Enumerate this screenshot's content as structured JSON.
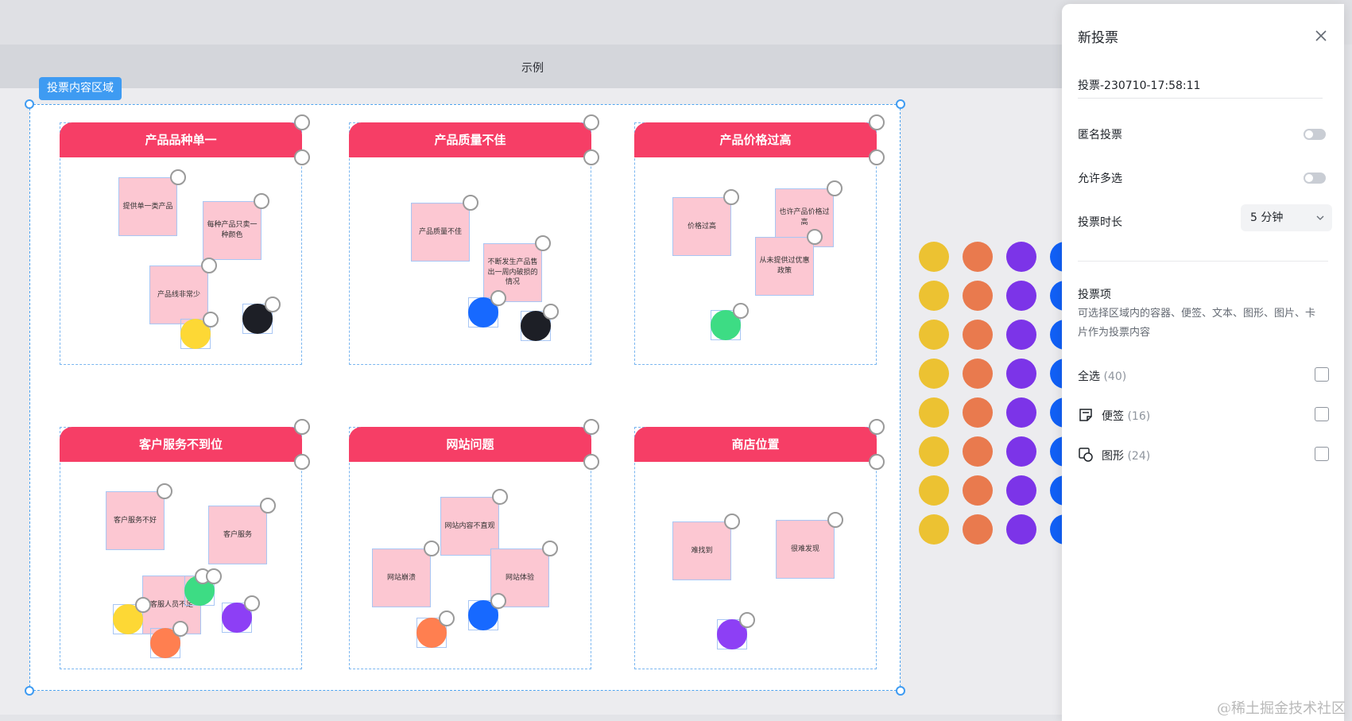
{
  "frame": {
    "title": "示例",
    "vote_area_label": "投票内容区域"
  },
  "cards": [
    {
      "title": "产品品种单一",
      "notes": [
        "提供单一类产品",
        "每种产品只卖一种颜色",
        "产品线非常少"
      ],
      "dots": [
        "#fdd835",
        "#1d1f26"
      ]
    },
    {
      "title": "产品质量不佳",
      "notes": [
        "产品质量不佳",
        "不断发生产品售出一周内破损的情况"
      ],
      "dots": [
        "#1769ff",
        "#1d1f26"
      ]
    },
    {
      "title": "产品价格过高",
      "notes": [
        "价格过高",
        "也许产品价格过高",
        "从未提供过优惠政策"
      ],
      "dots": [
        "#3ddc84"
      ]
    },
    {
      "title": "客户服务不到位",
      "notes": [
        "客户服务不好",
        "客户服务",
        "客服人员不足"
      ],
      "dots": [
        "#3ddc84",
        "#fdd835",
        "#8d3ff5",
        "#ff7f50"
      ]
    },
    {
      "title": "网站问题",
      "notes": [
        "网站内容不直观",
        "网站崩溃",
        "网站体验"
      ],
      "dots": [
        "#1769ff",
        "#ff7f50"
      ]
    },
    {
      "title": "商店位置",
      "notes": [
        "难找到",
        "很难发现"
      ],
      "dots": [
        "#8d3ff5"
      ]
    }
  ],
  "palette": {
    "colors": [
      "#ecc232",
      "#e97a4e",
      "#7c34e8",
      "#1160f6"
    ],
    "rows": 8
  },
  "panel": {
    "title": "新投票",
    "vote_name": "投票-230710-17:58:11",
    "anonymous_label": "匿名投票",
    "anonymous_on": false,
    "multi_label": "允许多选",
    "multi_on": false,
    "duration_label": "投票时长",
    "duration_value": "5 分钟",
    "items_title": "投票项",
    "items_desc": "可选择区域内的容器、便签、文本、图形、图片、卡片作为投票内容",
    "options": [
      {
        "label": "全选",
        "count": "(40)",
        "icon": "none"
      },
      {
        "label": "便签",
        "count": "(16)",
        "icon": "sticky-note-icon"
      },
      {
        "label": "图形",
        "count": "(24)",
        "icon": "shape-icon"
      }
    ]
  },
  "watermark": "@稀土掘金技术社区"
}
